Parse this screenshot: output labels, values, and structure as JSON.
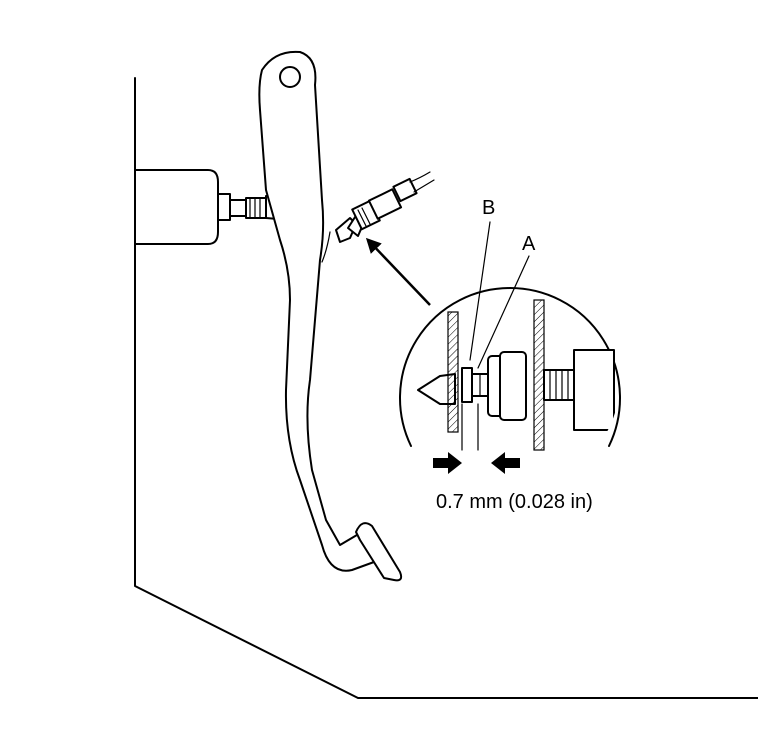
{
  "callouts": {
    "b": "B",
    "a": "A"
  },
  "measurement": {
    "clearance": "0.7 mm (0.028 in)"
  }
}
